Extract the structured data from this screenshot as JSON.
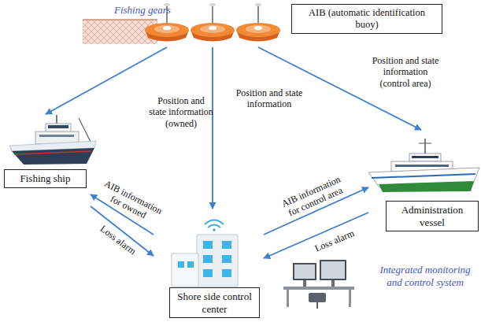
{
  "diagram": {
    "nodes": [
      {
        "text": [
          "AIB (automatic identification buoy)"
        ]
      },
      {
        "text": [
          "Fishing ship"
        ]
      },
      {
        "text": [
          "Administration vessel"
        ]
      },
      {
        "text": [
          "Shore side control center"
        ]
      }
    ],
    "edges": [
      {
        "from": 0,
        "to": 1,
        "label": "Position and state information (owned)",
        "arrow": "to"
      },
      {
        "from": 0,
        "to": 3,
        "label": "Position and state information",
        "arrow": "to"
      },
      {
        "from": 0,
        "to": 2,
        "label": "Position and state information (control area)",
        "arrow": "to"
      },
      {
        "from": 3,
        "to": 1,
        "label": "AIB information for owned",
        "arrow": "to"
      },
      {
        "from": 1,
        "to": 3,
        "label": "Loss alarm",
        "arrow": "to"
      },
      {
        "from": 3,
        "to": 2,
        "label": "AIB information for control area",
        "arrow": "to"
      },
      {
        "from": 2,
        "to": 3,
        "label": "Loss alarm",
        "arrow": "to"
      }
    ],
    "labels": [
      "Fishing gears",
      "Integrated monitoring and control system"
    ]
  }
}
